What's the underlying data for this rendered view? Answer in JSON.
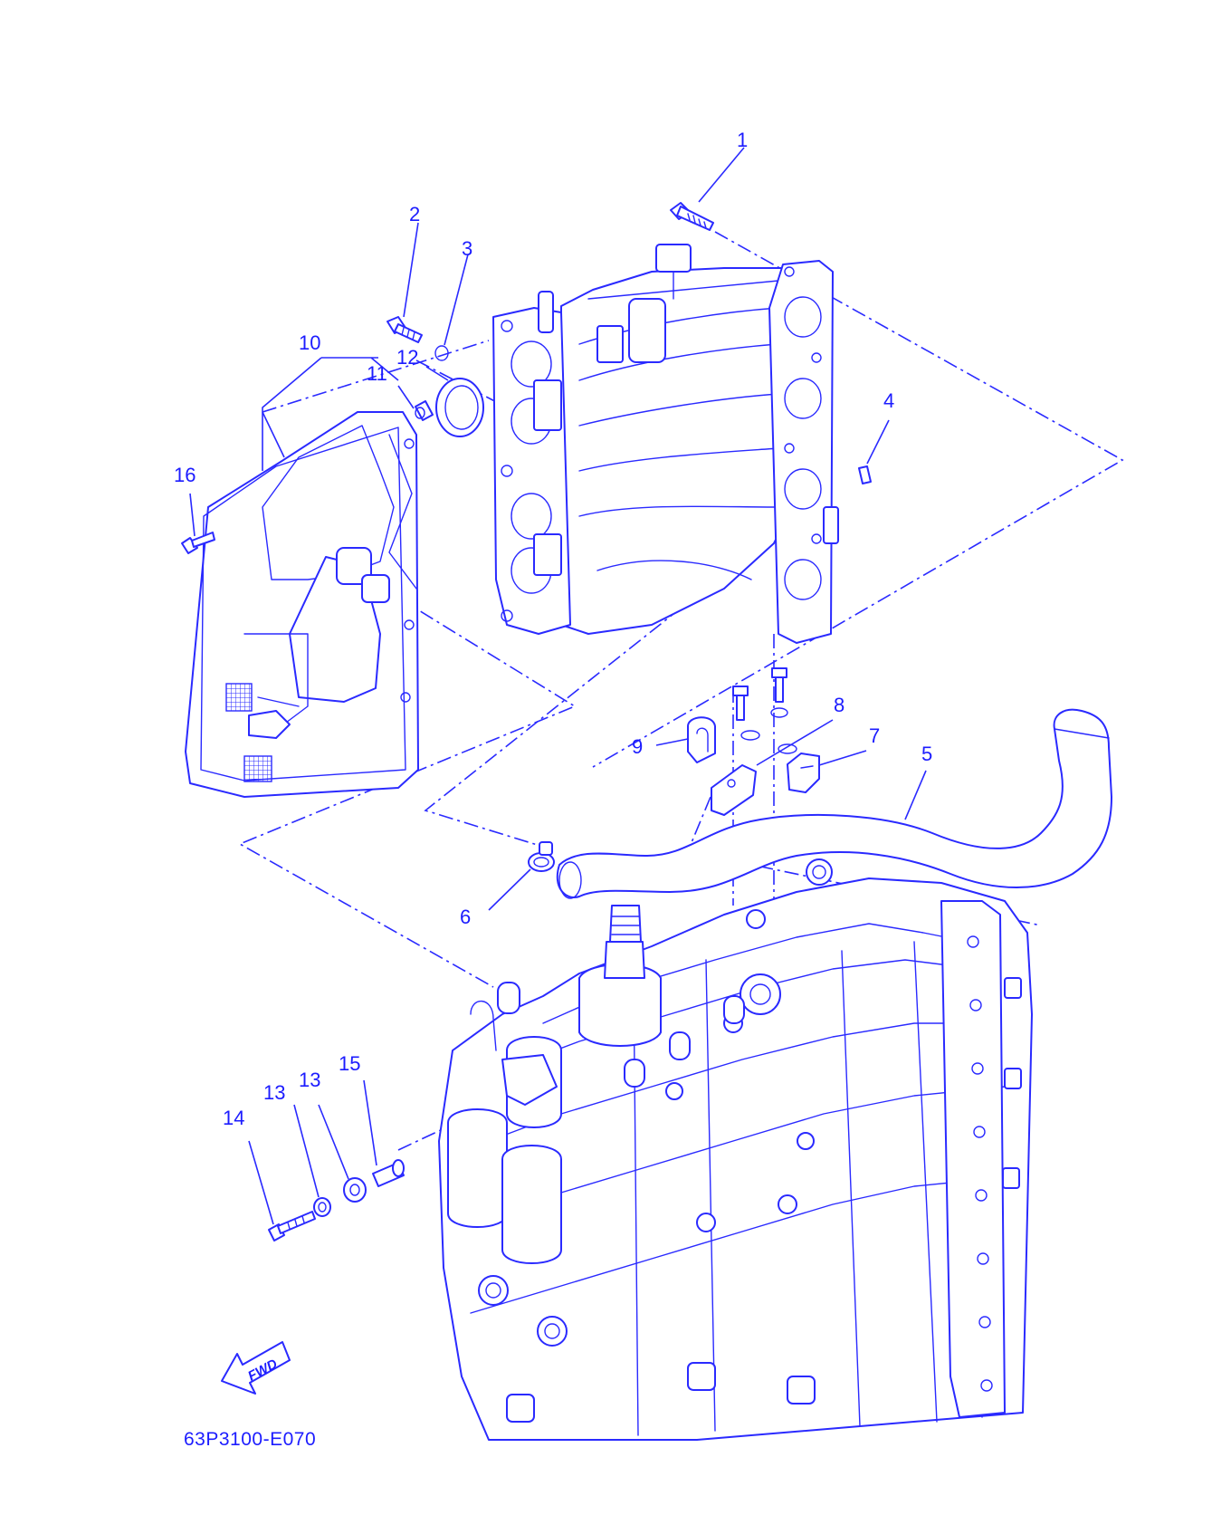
{
  "diagram": {
    "drawing_code": "63P3100-E070",
    "direction_marker": "FWD",
    "callouts": [
      {
        "label": "1",
        "part": "bolt"
      },
      {
        "label": "2",
        "part": "bolt"
      },
      {
        "label": "3",
        "part": "o-ring"
      },
      {
        "label": "4",
        "part": "dowel-pin"
      },
      {
        "label": "5",
        "part": "hose"
      },
      {
        "label": "6",
        "part": "hose-clip"
      },
      {
        "label": "7",
        "part": "holder"
      },
      {
        "label": "8",
        "part": "bracket"
      },
      {
        "label": "9",
        "part": "clamp"
      },
      {
        "label": "10",
        "part": "silencer-assembly"
      },
      {
        "label": "11",
        "part": "collar"
      },
      {
        "label": "12",
        "part": "grommet"
      },
      {
        "label": "13",
        "part": "washer"
      },
      {
        "label": "13",
        "part": "grommet"
      },
      {
        "label": "14",
        "part": "bolt"
      },
      {
        "label": "15",
        "part": "collar"
      },
      {
        "label": "16",
        "part": "screw"
      }
    ],
    "line_color": "#2a2aff"
  }
}
